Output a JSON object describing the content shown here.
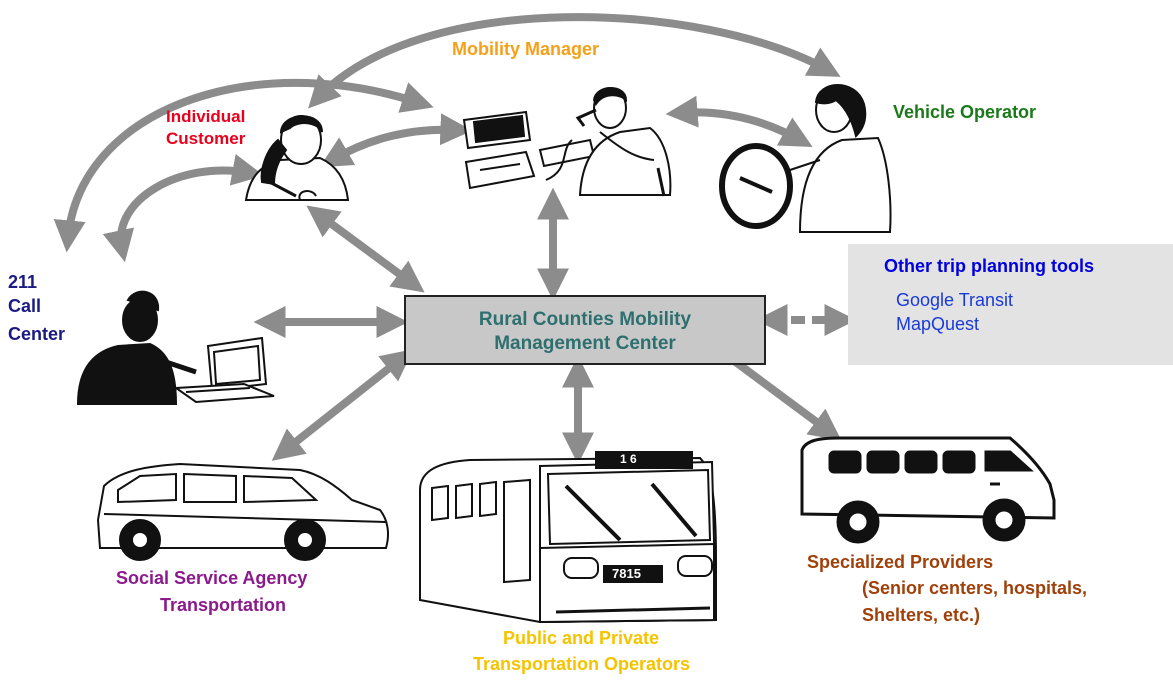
{
  "center": {
    "line1": "Rural Counties Mobility",
    "line2": "Management Center"
  },
  "labels": {
    "mobility_manager": "Mobility Manager",
    "individual_customer": [
      "Individual",
      "Customer"
    ],
    "vehicle_operator": "Vehicle Operator",
    "call_center": [
      "211",
      "Call",
      "Center"
    ],
    "social_service": [
      "Social Service Agency",
      "Transportation"
    ],
    "public_private": [
      "Public and Private",
      "Transportation Operators"
    ],
    "specialized": [
      "Specialized Providers",
      "(Senior centers, hospitals,",
      "Shelters, etc.)"
    ]
  },
  "trip_tools": {
    "title": "Other trip planning tools",
    "items": [
      "Google Transit",
      "MapQuest"
    ]
  },
  "bus": {
    "route_sign": "1 6",
    "fleet_number": "7815"
  },
  "colors": {
    "mobility_manager": "#f5a01a",
    "individual_customer": "#e8001c",
    "vehicle_operator": "#1a7a1a",
    "call_center": "#1a1a80",
    "social_service": "#8b1a8b",
    "public_private": "#f5c400",
    "specialized": "#a0400a",
    "trip_tools_title": "#0000e0",
    "trip_tools_items": "#1a3ad8",
    "arrow": "#8c8c8c"
  },
  "icons": [
    "woman-phone-icon",
    "man-computer-phone-icon",
    "woman-driver-icon",
    "woman-computer-icon",
    "minivan-icon",
    "bus-icon",
    "small-bus-icon"
  ]
}
